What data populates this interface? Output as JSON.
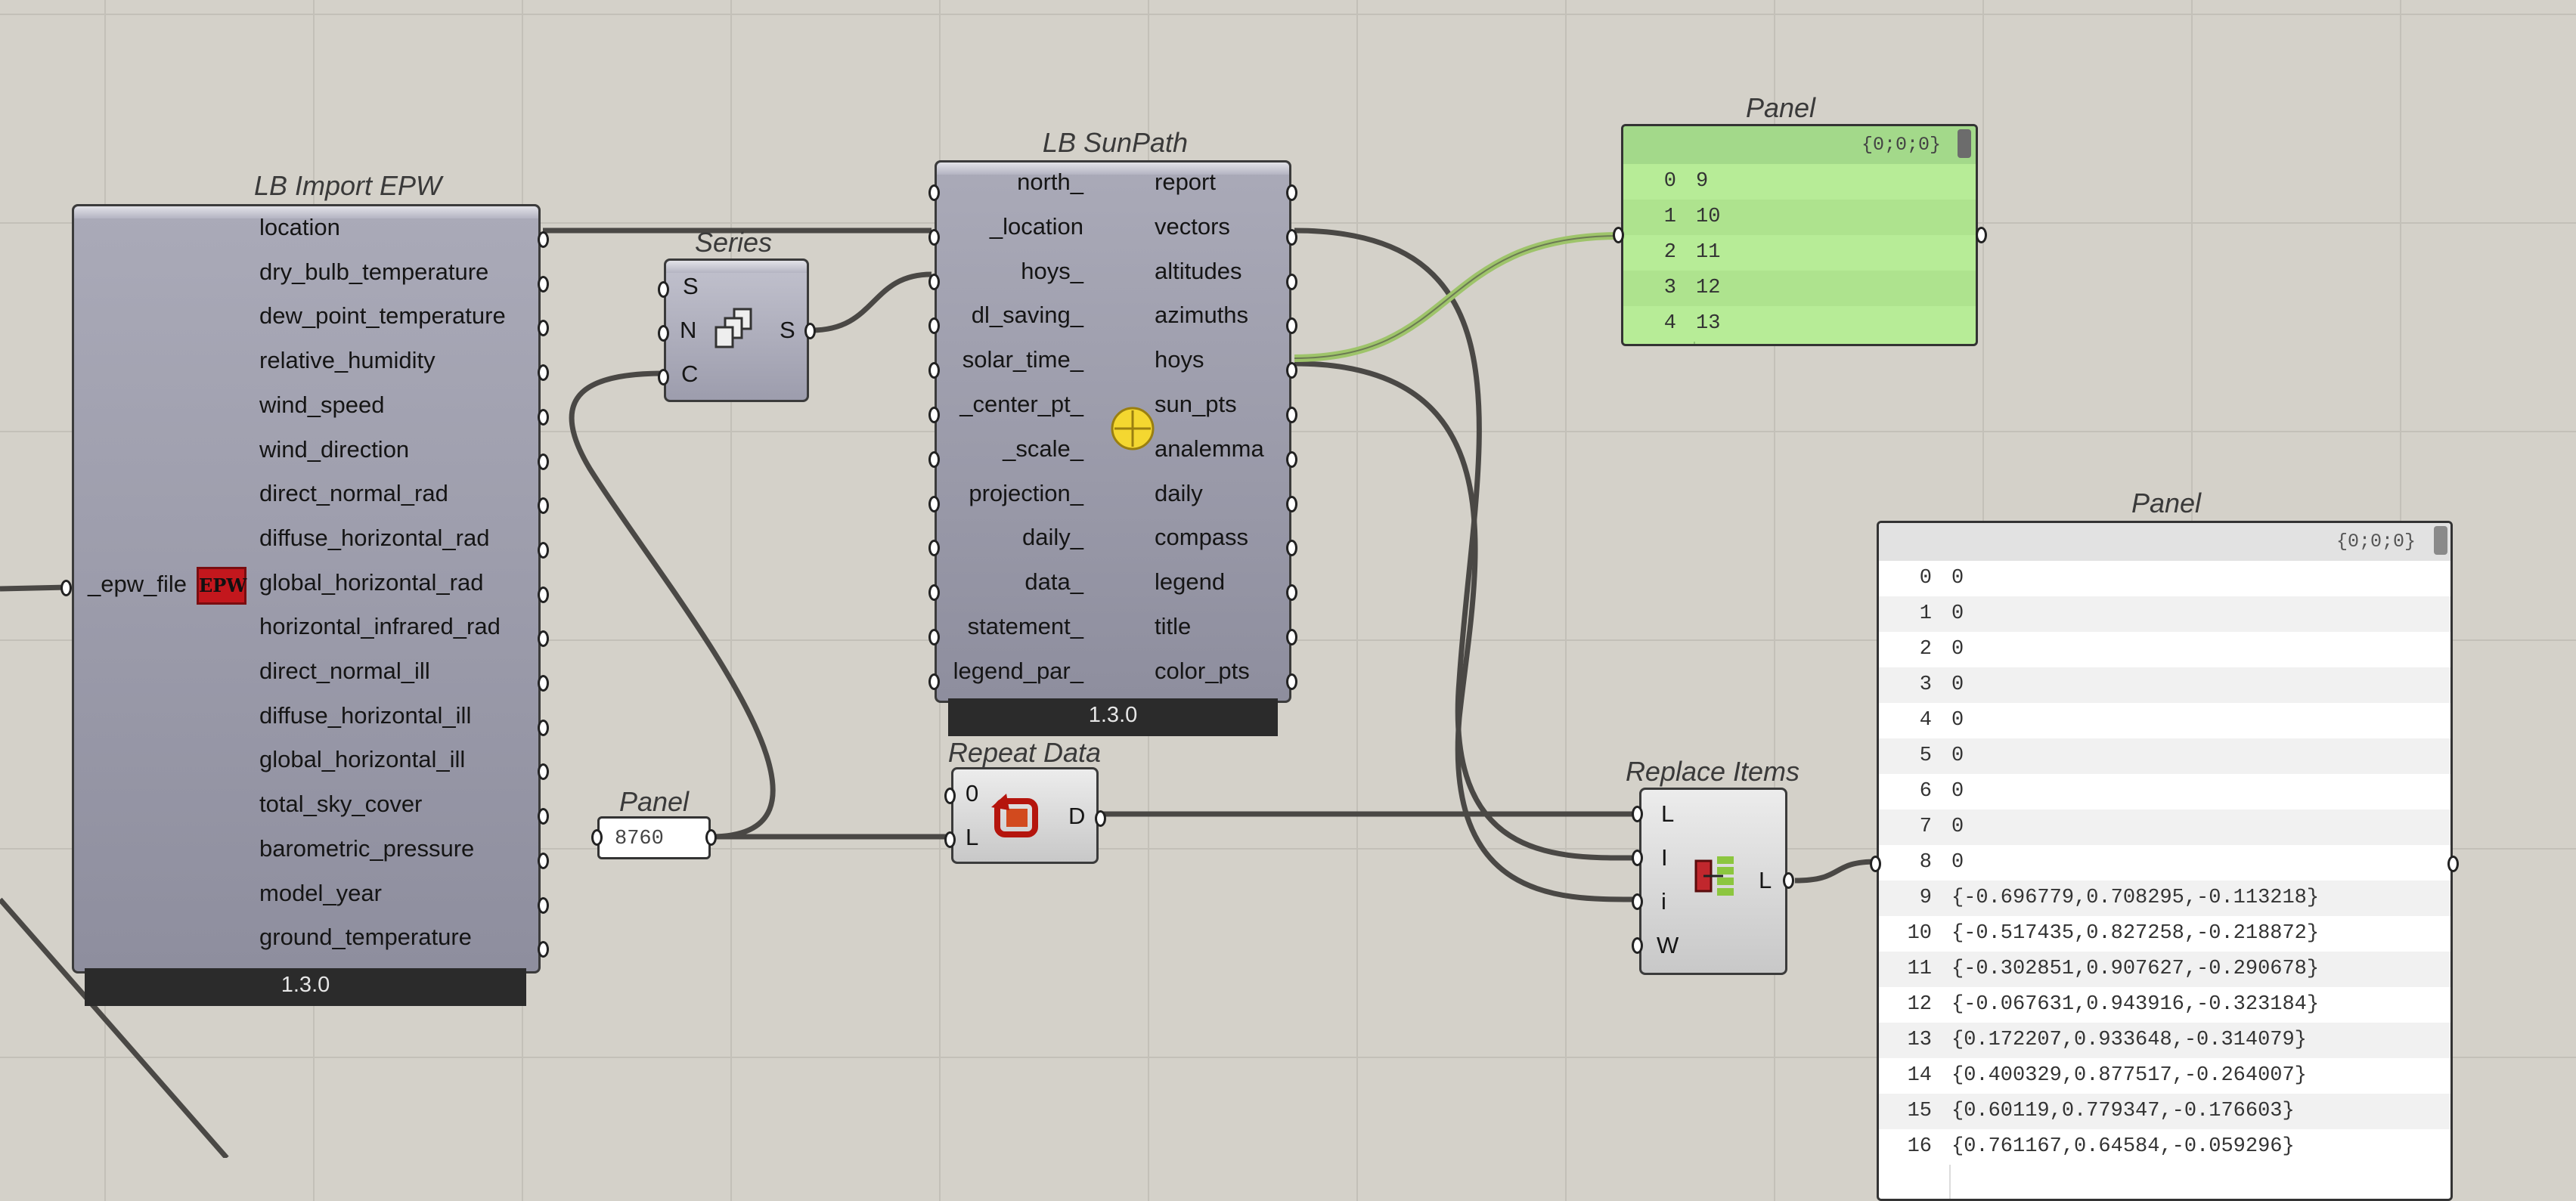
{
  "import_epw": {
    "title": "LB Import EPW",
    "input": "_epw_file",
    "icon_text": "EPW",
    "outputs": [
      "location",
      "dry_bulb_temperature",
      "dew_point_temperature",
      "relative_humidity",
      "wind_speed",
      "wind_direction",
      "direct_normal_rad",
      "diffuse_horizontal_rad",
      "global_horizontal_rad",
      "horizontal_infrared_rad",
      "direct_normal_ill",
      "diffuse_horizontal_ill",
      "global_horizontal_ill",
      "total_sky_cover",
      "barometric_pressure",
      "model_year",
      "ground_temperature"
    ],
    "version": "1.3.0"
  },
  "series": {
    "title": "Series",
    "inputs": [
      "S",
      "N",
      "C"
    ],
    "output": "S"
  },
  "panel_small": {
    "title": "Panel",
    "value": "8760"
  },
  "sunpath": {
    "title": "LB SunPath",
    "inputs": [
      "north_",
      "_location",
      "hoys_",
      "dl_saving_",
      "solar_time_",
      "_center_pt_",
      "_scale_",
      "projection_",
      "daily_",
      "data_",
      "statement_",
      "legend_par_"
    ],
    "outputs": [
      "report",
      "vectors",
      "altitudes",
      "azimuths",
      "hoys",
      "sun_pts",
      "analemma",
      "daily",
      "compass",
      "legend",
      "title",
      "color_pts"
    ],
    "version": "1.3.0"
  },
  "repeat_data": {
    "title": "Repeat Data",
    "inputs": [
      "0",
      "L"
    ],
    "output": "D"
  },
  "panel_hoys": {
    "title": "Panel",
    "path": "{0;0;0}",
    "rows": [
      {
        "i": "0",
        "v": "9"
      },
      {
        "i": "1",
        "v": "10"
      },
      {
        "i": "2",
        "v": "11"
      },
      {
        "i": "3",
        "v": "12"
      },
      {
        "i": "4",
        "v": "13"
      }
    ]
  },
  "replace_items": {
    "title": "Replace Items",
    "inputs": [
      "L",
      "I",
      "i",
      "W"
    ],
    "output": "L"
  },
  "panel_vectors": {
    "title": "Panel",
    "path": "{0;0;0}",
    "rows": [
      {
        "i": "0",
        "v": "0"
      },
      {
        "i": "1",
        "v": "0"
      },
      {
        "i": "2",
        "v": "0"
      },
      {
        "i": "3",
        "v": "0"
      },
      {
        "i": "4",
        "v": "0"
      },
      {
        "i": "5",
        "v": "0"
      },
      {
        "i": "6",
        "v": "0"
      },
      {
        "i": "7",
        "v": "0"
      },
      {
        "i": "8",
        "v": "0"
      },
      {
        "i": "9",
        "v": "{-0.696779,0.708295,-0.113218}"
      },
      {
        "i": "10",
        "v": "{-0.517435,0.827258,-0.218872}"
      },
      {
        "i": "11",
        "v": "{-0.302851,0.907627,-0.290678}"
      },
      {
        "i": "12",
        "v": "{-0.067631,0.943916,-0.323184}"
      },
      {
        "i": "13",
        "v": "{0.172207,0.933648,-0.314079}"
      },
      {
        "i": "14",
        "v": "{0.400329,0.877517,-0.264007}"
      },
      {
        "i": "15",
        "v": "{0.60119,0.779347,-0.176603}"
      },
      {
        "i": "16",
        "v": "{0.761167,0.64584,-0.059296}"
      }
    ]
  },
  "colors": {
    "wire": "#4a4845",
    "wire_selected": "#9ec46a",
    "panel_green": "#b7ec97",
    "panel_green_header": "#a3d98a"
  }
}
